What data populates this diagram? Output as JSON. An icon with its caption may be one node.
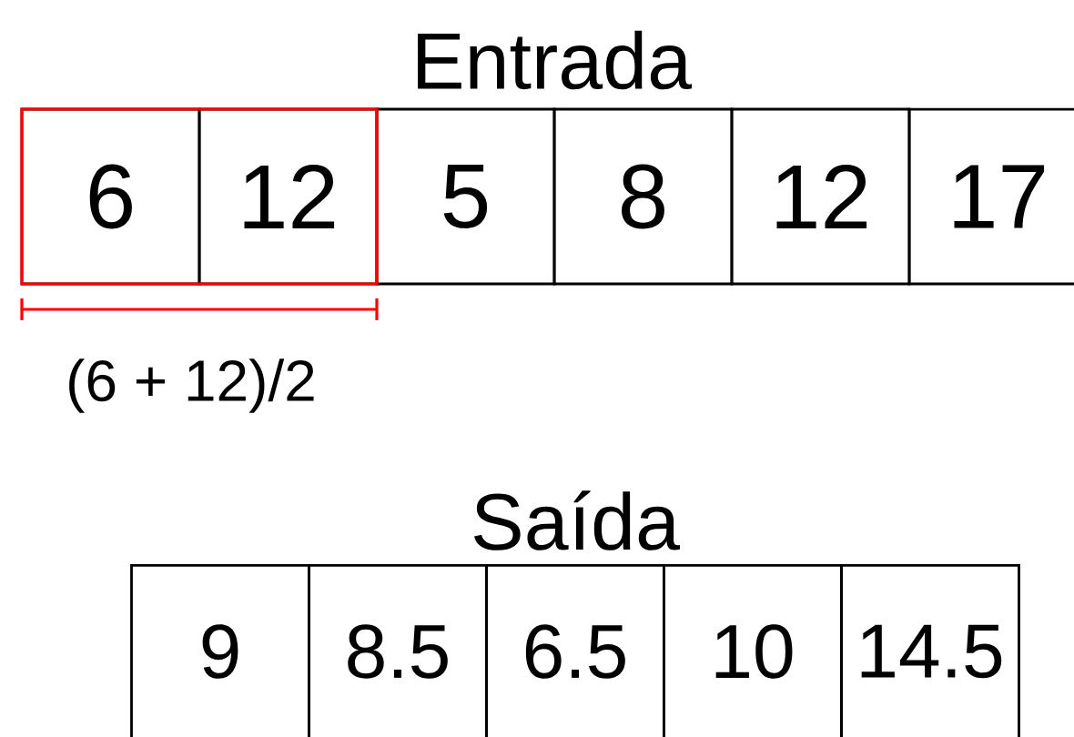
{
  "diagram": {
    "nodes": [
      {
        "text": [],
        "shape": "box"
      },
      {
        "text": [
          "6"
        ],
        "in": 0
      },
      {
        "text": [
          "12"
        ],
        "in": 0
      },
      {
        "text": [
          "5"
        ]
      },
      {
        "text": [
          "8"
        ]
      },
      {
        "text": [
          "12"
        ]
      },
      {
        "text": [
          "17"
        ]
      },
      {
        "text": [
          "9"
        ]
      },
      {
        "text": [
          "8.5"
        ]
      },
      {
        "text": [
          "6.5"
        ]
      },
      {
        "text": [
          "10"
        ]
      },
      {
        "text": [
          "14.5"
        ]
      }
    ],
    "labels": [
      "Entrada",
      "(6 + 12)/2",
      "Saída"
    ]
  }
}
